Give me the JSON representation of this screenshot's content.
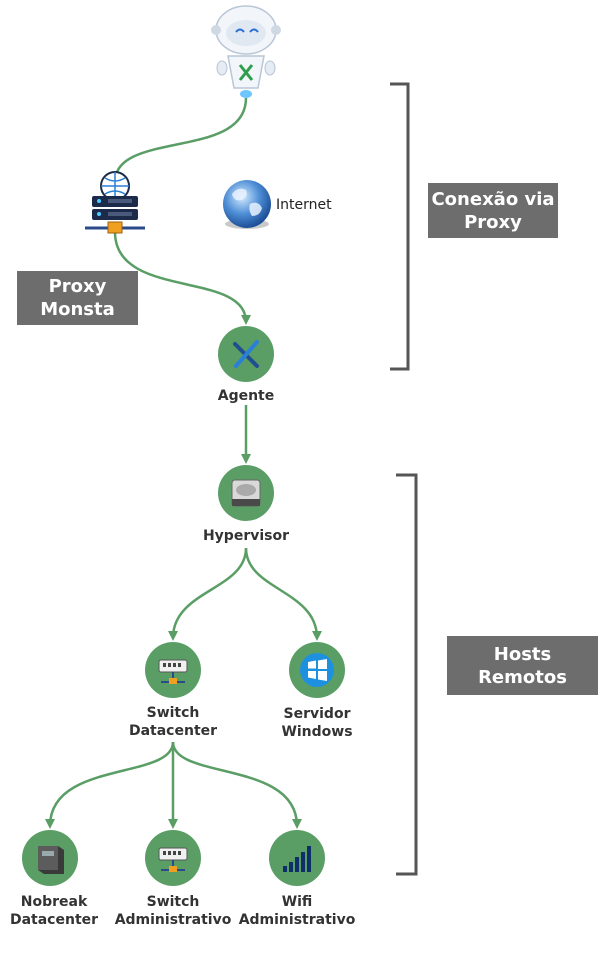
{
  "colors": {
    "accent": "#5a9e66",
    "box": "#6d6d6d",
    "bracket": "#555555"
  },
  "internet": {
    "label": "Internet",
    "icon": "globe-icon"
  },
  "boxes": {
    "proxy_monsta": [
      "Proxy",
      "Monsta"
    ],
    "conexao_via_proxy": [
      "Conexão via",
      "Proxy"
    ],
    "hosts_remotos": [
      "Hosts",
      "Remotos"
    ]
  },
  "nodes": {
    "robot": {
      "icon": "robot-icon"
    },
    "proxy_server": {
      "icon": "server-globe-icon"
    },
    "agente": {
      "label": [
        "Agente"
      ],
      "icon": "agent-x-icon"
    },
    "hypervisor": {
      "label": [
        "Hypervisor"
      ],
      "icon": "hard-drive-icon"
    },
    "switch_datacenter": {
      "label": [
        "Switch",
        "Datacenter"
      ],
      "icon": "switch-icon"
    },
    "servidor_windows": {
      "label": [
        "Servidor",
        "Windows"
      ],
      "icon": "windows-icon"
    },
    "nobreak_datacenter": {
      "label": [
        "Nobreak",
        "Datacenter"
      ],
      "icon": "ups-icon"
    },
    "switch_administrativo": {
      "label": [
        "Switch",
        "Administrativo"
      ],
      "icon": "switch-icon"
    },
    "wifi_administrativo": {
      "label": [
        "Wifi",
        "Administrativo"
      ],
      "icon": "signal-bars-icon"
    }
  }
}
